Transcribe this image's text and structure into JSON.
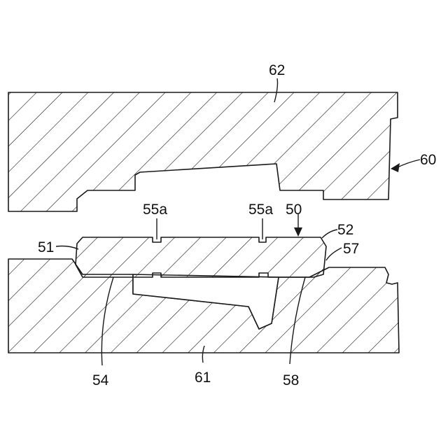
{
  "labels": {
    "upper_die": "62",
    "die_assembly": "60",
    "workpiece": "50",
    "groove_left": "55a",
    "groove_right": "55a",
    "end_left": "51",
    "end_right": "52",
    "chamfer_right": "57",
    "lower_die": "61",
    "bottom_left": "54",
    "bottom_right": "58"
  },
  "colors": {
    "line": "#1a1a1a",
    "background": "#ffffff"
  }
}
